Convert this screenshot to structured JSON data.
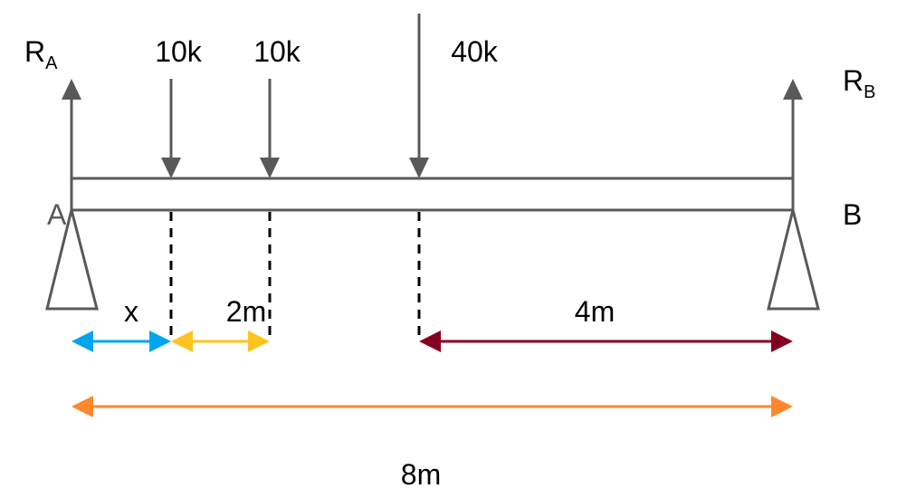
{
  "reactions": {
    "a": {
      "main": "R",
      "sub": "A"
    },
    "b": {
      "main": "R",
      "sub": "B"
    }
  },
  "loads": [
    {
      "label": "10k"
    },
    {
      "label": "10k"
    },
    {
      "label": "40k"
    }
  ],
  "supports": {
    "a": "A",
    "b": "B"
  },
  "dimensions": {
    "x": "x",
    "two": "2m",
    "four": "4m",
    "total": "8m"
  },
  "colors": {
    "beam": "#595959",
    "dim_x": "#00a6ed",
    "dim_2m": "#ffc31f",
    "dim_4m": "#85001f",
    "dim_total": "#ff872d"
  }
}
